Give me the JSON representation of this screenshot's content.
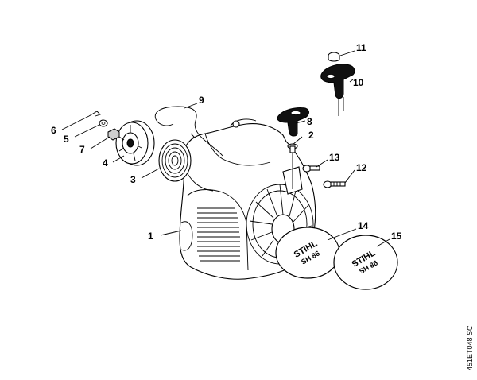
{
  "diagram": {
    "code": "451ET048 SC",
    "decal_text_top": "STIHL",
    "decal_text_bottom": "SH 86",
    "labels": [
      "1",
      "2",
      "3",
      "4",
      "5",
      "6",
      "7",
      "8",
      "9",
      "10",
      "11",
      "12",
      "13",
      "14",
      "15"
    ]
  }
}
